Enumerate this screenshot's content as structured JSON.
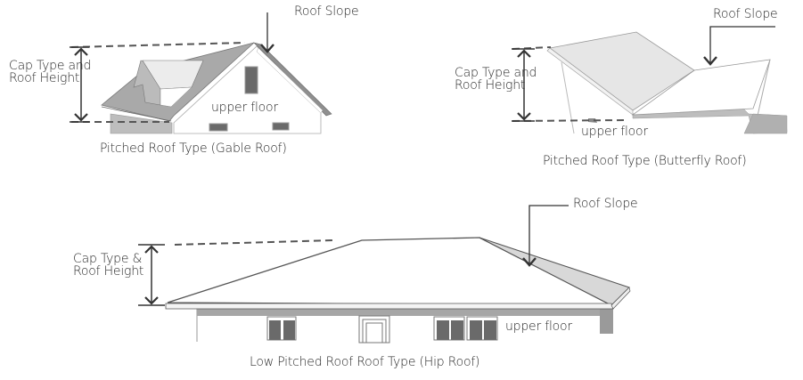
{
  "diagrams": [
    {
      "id": "gable",
      "caption": "Pitched Roof Type (Gable Roof)",
      "slope_label": "Roof Slope",
      "height_label_line1": "Cap Type and",
      "height_label_line2": "Roof Height",
      "floor_label": "upper floor"
    },
    {
      "id": "butterfly",
      "caption": "Pitched Roof Type (Butterfly Roof)",
      "slope_label": "Roof Slope",
      "height_label_line1": "Cap Type and",
      "height_label_line2": "Roof Height",
      "floor_label": "upper floor"
    },
    {
      "id": "hip",
      "caption": "Low Pitched Roof Roof Type (Hip Roof)",
      "slope_label": "Roof Slope",
      "height_label_line1": "Cap Type &",
      "height_label_line2": "Roof Height",
      "floor_label": "upper floor"
    }
  ]
}
